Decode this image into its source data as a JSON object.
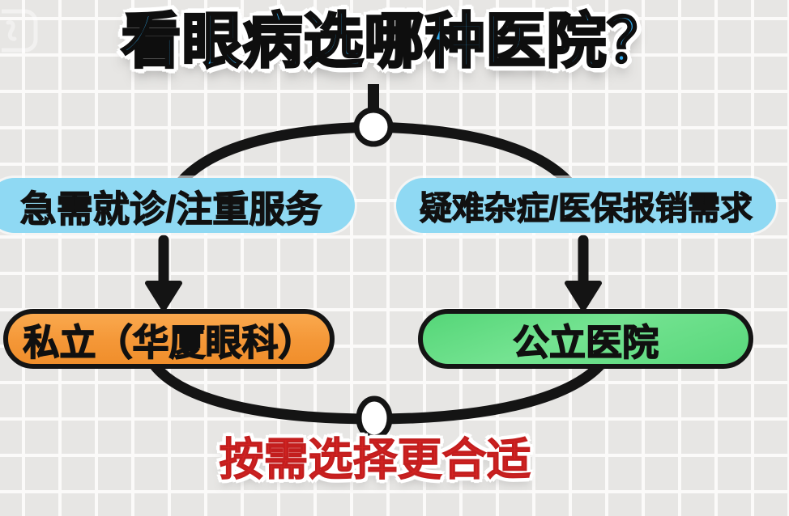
{
  "title": {
    "text": "看眼病选哪种医院？",
    "color": "#2FA9EC"
  },
  "diagram": {
    "shape": "loop with top and bottom circle nodes",
    "branches": {
      "left": {
        "condition": "急需就诊/注重服务",
        "condition_bg": "#8FD9F3",
        "result": "私立（华厦眼科）",
        "result_bg": "#F49737"
      },
      "right": {
        "condition": "疑难杂症/医保报销需求",
        "condition_bg": "#8FD9F3",
        "result": "公立医院",
        "result_bg": "#63DC84"
      }
    }
  },
  "footer": {
    "text": "按需选择更合适",
    "color": "#D32322"
  },
  "colors": {
    "connector_line": "#141414",
    "grid_cell": "#E7E6E4",
    "grid_line": "#FBFAF9",
    "node_fill": "#FFFFFF"
  },
  "icons": {
    "watermark": "watermark-logo",
    "left_arrow": "down-arrow-left",
    "right_arrow": "down-arrow-right"
  }
}
